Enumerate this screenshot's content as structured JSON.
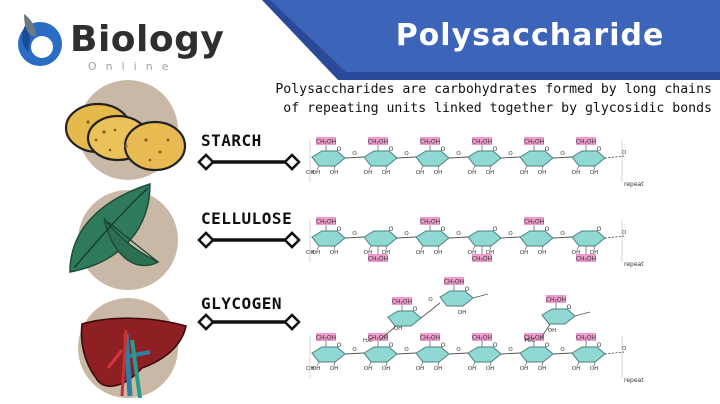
{
  "logo": {
    "name": "Biology",
    "sub": "Online"
  },
  "title": "Polysaccharide",
  "definition": {
    "line1": "Polysaccharides are carbohydrates formed by long chains",
    "line2": "of repeating units linked together by glycosidic bonds"
  },
  "rows": [
    {
      "label": "STARCH",
      "icon": "potato-icon"
    },
    {
      "label": "CELLULOSE",
      "icon": "leaf-icon"
    },
    {
      "label": "GLYCOGEN",
      "icon": "liver-icon"
    }
  ],
  "molecule": {
    "group_label": "CH₂OH",
    "hydroxyl": "OH",
    "oxygen": "O",
    "ring_oxygen": "O",
    "methyl": "H₂C",
    "repeat": "repeat"
  },
  "colors": {
    "banner": "#3c64b9",
    "ring": "#8fd8d3",
    "ring_stroke": "#4b7f7c",
    "group_highlight": "#ee9bcd",
    "circle": "#c9b8a5"
  }
}
